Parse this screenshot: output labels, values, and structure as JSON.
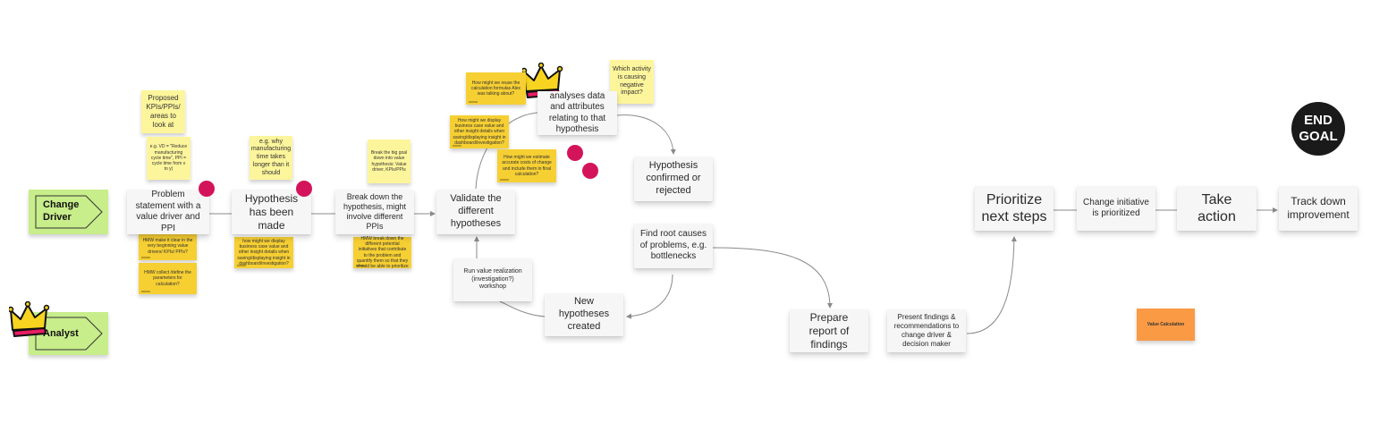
{
  "roles": {
    "change_driver": "Change\nDriver",
    "analyst": "Analyst"
  },
  "cards": {
    "problem_statement": "Problem statement with a value driver and PPI",
    "hypothesis_made": "Hypothesis has been made",
    "break_down": "Break down the hypothesis, might involve different PPIs",
    "validate": "Validate the different hypotheses",
    "analyses": "analyses data and attributes relating to that hypothesis",
    "hypothesis_confirmed": "Hypothesis confirmed or rejected",
    "find_root_causes": "Find root causes of problems, e.g. bottlenecks",
    "run_workshop": "Run value realization (investigation?) workshop",
    "new_hypotheses": "New hypotheses created",
    "prepare_report": "Prepare report of findings",
    "present_findings": "Present findings & recommendations to change driver & decision maker",
    "prioritize": "Prioritize next steps",
    "change_initiative": "Change initiative is prioritized",
    "take_action": "Take action",
    "track_down": "Track down improvement"
  },
  "stickies": {
    "proposed_kpis": "Proposed KPIs/PPIs/ areas to look at",
    "eg_vd": "e.g. VD = \"Reduce manufacturing cycle time\", PPI = cycle time from x to y)",
    "hmw_clear": "HMW make it clear in the very beginning value drivers/ KPIs/ PPIs?",
    "hmw_collect": "HMW collect /define the parameters for calculation?",
    "eg_why": "e.g. why manufacturing time takes longer than it should",
    "how_display_1": "how might we display business case value and other insight details when saving/displaying insight in dashboard/investigation?",
    "break_big_goal": "Break the big goal down into value hypothesis: Value driver, KPIs/PPIs",
    "hmw_break": "HMW break down the different potential initiatives that contribute to the problem and quantify them so that they should be able to prioritize",
    "reuse_formulas": "How might we reuse the calculation formulas Alex was talking about?",
    "how_display_2": "How might we display business case value and other insight details when saving/displaying insight in dashboard/investigation?",
    "estimate_costs": "How might we estimate accurate costs of change and include them in final calculation?",
    "which_activity": "Which activity is causing negative impact?",
    "value_calculation": "Value Calculation"
  },
  "end_goal": {
    "line1": "END",
    "line2": "GOAL"
  },
  "colors": {
    "card": "#f6f6f6",
    "sticky_pale": "#fdf59b",
    "sticky_gold": "#f6cf33",
    "sticky_orange": "#fb9a45",
    "role_green": "#c8ed8b",
    "dot": "#d4145a",
    "end_goal": "#1a1a1a",
    "connector": "#8a8a8a"
  }
}
